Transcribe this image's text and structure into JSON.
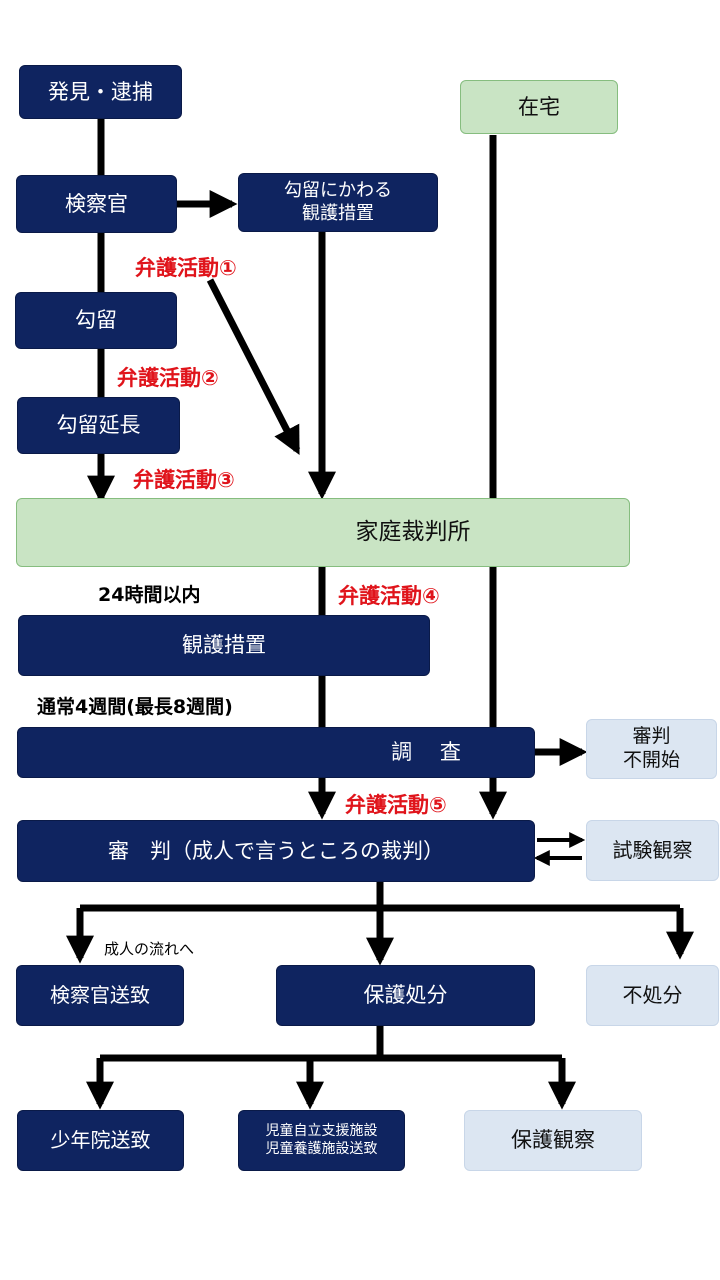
{
  "boxes": {
    "discovery_arrest": "発見・逮捕",
    "prosecutor": "検察官",
    "alt_detention": "勾留にかわる\n観護措置",
    "at_home": "在宅",
    "detention": "勾留",
    "detention_extension": "勾留延長",
    "family_court": "家庭裁判所",
    "observation_measure": "観護措置",
    "investigation": "調　 査",
    "no_hearing": "審判\n不開始",
    "hearing": "審　判（成人で言うところの裁判）",
    "probation_trial": "試験観察",
    "referral_prosecutor": "検察官送致",
    "protective_disposition": "保護処分",
    "no_disposition": "不処分",
    "juvenile_training_school": "少年院送致",
    "child_facility": "児童自立支援施設\n児童養護施設送致",
    "probation": "保護観察"
  },
  "labels": {
    "defense_1": "弁護活動①",
    "defense_2": "弁護活動②",
    "defense_3": "弁護活動③",
    "defense_4": "弁護活動④",
    "defense_5": "弁護活動⑤",
    "within_24h": "24時間以内",
    "duration": "通常4週間(最長8週間)",
    "to_adult_flow": "成人の流れへ"
  },
  "colors": {
    "navy": "#0f2460",
    "green": "#c9e4c4",
    "pale_blue": "#dce6f2",
    "accent_red": "#e0141b"
  }
}
